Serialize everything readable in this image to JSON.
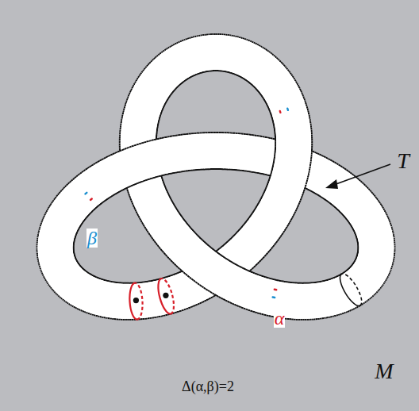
{
  "diagram": {
    "labels": [
      "T",
      "M",
      "α",
      "β",
      "Δ(α,β)=2"
    ]
  }
}
